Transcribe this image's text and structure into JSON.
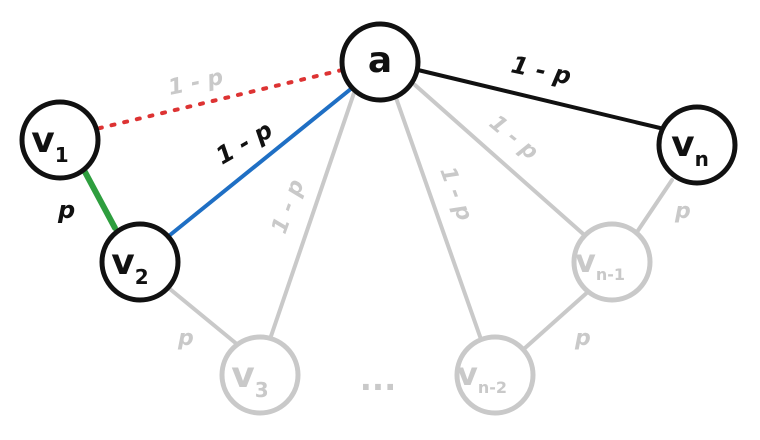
{
  "colors": {
    "dark": "#111111",
    "faded": "#c9c9c9",
    "green": "#2e9e3e",
    "blue": "#1f6fc4",
    "red": "#dd3333",
    "fill": "#ffffff"
  },
  "nodes": {
    "a": {
      "label": "a",
      "sub": ""
    },
    "v1": {
      "label": "v",
      "sub": "1"
    },
    "v2": {
      "label": "v",
      "sub": "2"
    },
    "v3": {
      "label": "v",
      "sub": "3"
    },
    "vn2": {
      "label": "v",
      "sub": "n-2"
    },
    "vn1": {
      "label": "v",
      "sub": "n-1"
    },
    "vn": {
      "label": "v",
      "sub": "n"
    }
  },
  "edge_labels": {
    "a_vn": "1 - p",
    "a_v1": "1 - p",
    "a_v2": "1 - p",
    "a_v3": "1 - p",
    "a_vn2": "1 - p",
    "a_vn1": "1 - p",
    "v1_v2": "p",
    "v2_v3": "p",
    "vn2_vn1": "p",
    "vn1_vn": "p"
  },
  "ellipsis": "..."
}
